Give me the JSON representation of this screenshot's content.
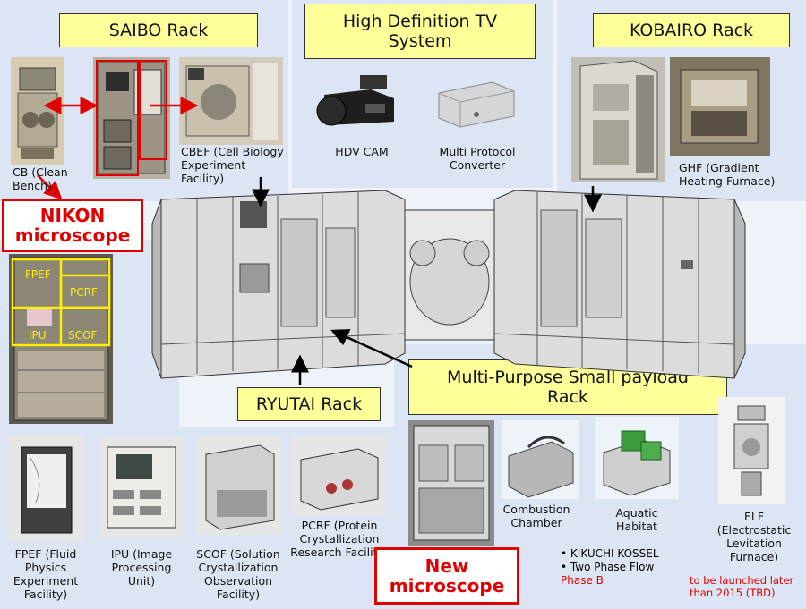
{
  "titles": {
    "saibo": "SAIBO Rack",
    "hdtv": "High Definition TV System",
    "kobairo": "KOBAIRO Rack",
    "ryutai": "RYUTAI Rack",
    "mpsr": "Multi-Purpose Small payload Rack"
  },
  "callouts": {
    "nikon": "NIKON microscope",
    "new_microscope": "New microscope"
  },
  "captions": {
    "cb": "CB (Clean Bench)",
    "cbef": "CBEF (Cell Biology Experiment Facility)",
    "hdv_cam": "HDV CAM",
    "mpc": "Multi Protocol Converter",
    "ghf": "GHF (Gradient Heating Furnace)",
    "fpef": "FPEF (Fluid Physics Experiment Facility)",
    "ipu": "IPU (Image Processing Unit)",
    "scof": "SCOF (Solution Crystallization Observation Facility)",
    "pcrf": "PCRF (Protein Crystallization Research Facility)",
    "combustion": "Combustion Chamber",
    "aquatic": "Aquatic Habitat",
    "elf": "ELF (Electrostatic Levitation Furnace)"
  },
  "ryutai_labels": [
    "FPEF",
    "PCRF",
    "IPU",
    "SCOF"
  ],
  "bullets": [
    "KIKUCHI KOSSEL",
    "Two Phase Flow"
  ],
  "phase_b": "Phase B",
  "launch_note": "to be launched later than 2015  (TBD)",
  "colors": {
    "title_fill": "#ffff99",
    "callout_red": "#e00000",
    "panel_bg": "#dbe5f3",
    "highlight_yellow": "#ffee00"
  }
}
